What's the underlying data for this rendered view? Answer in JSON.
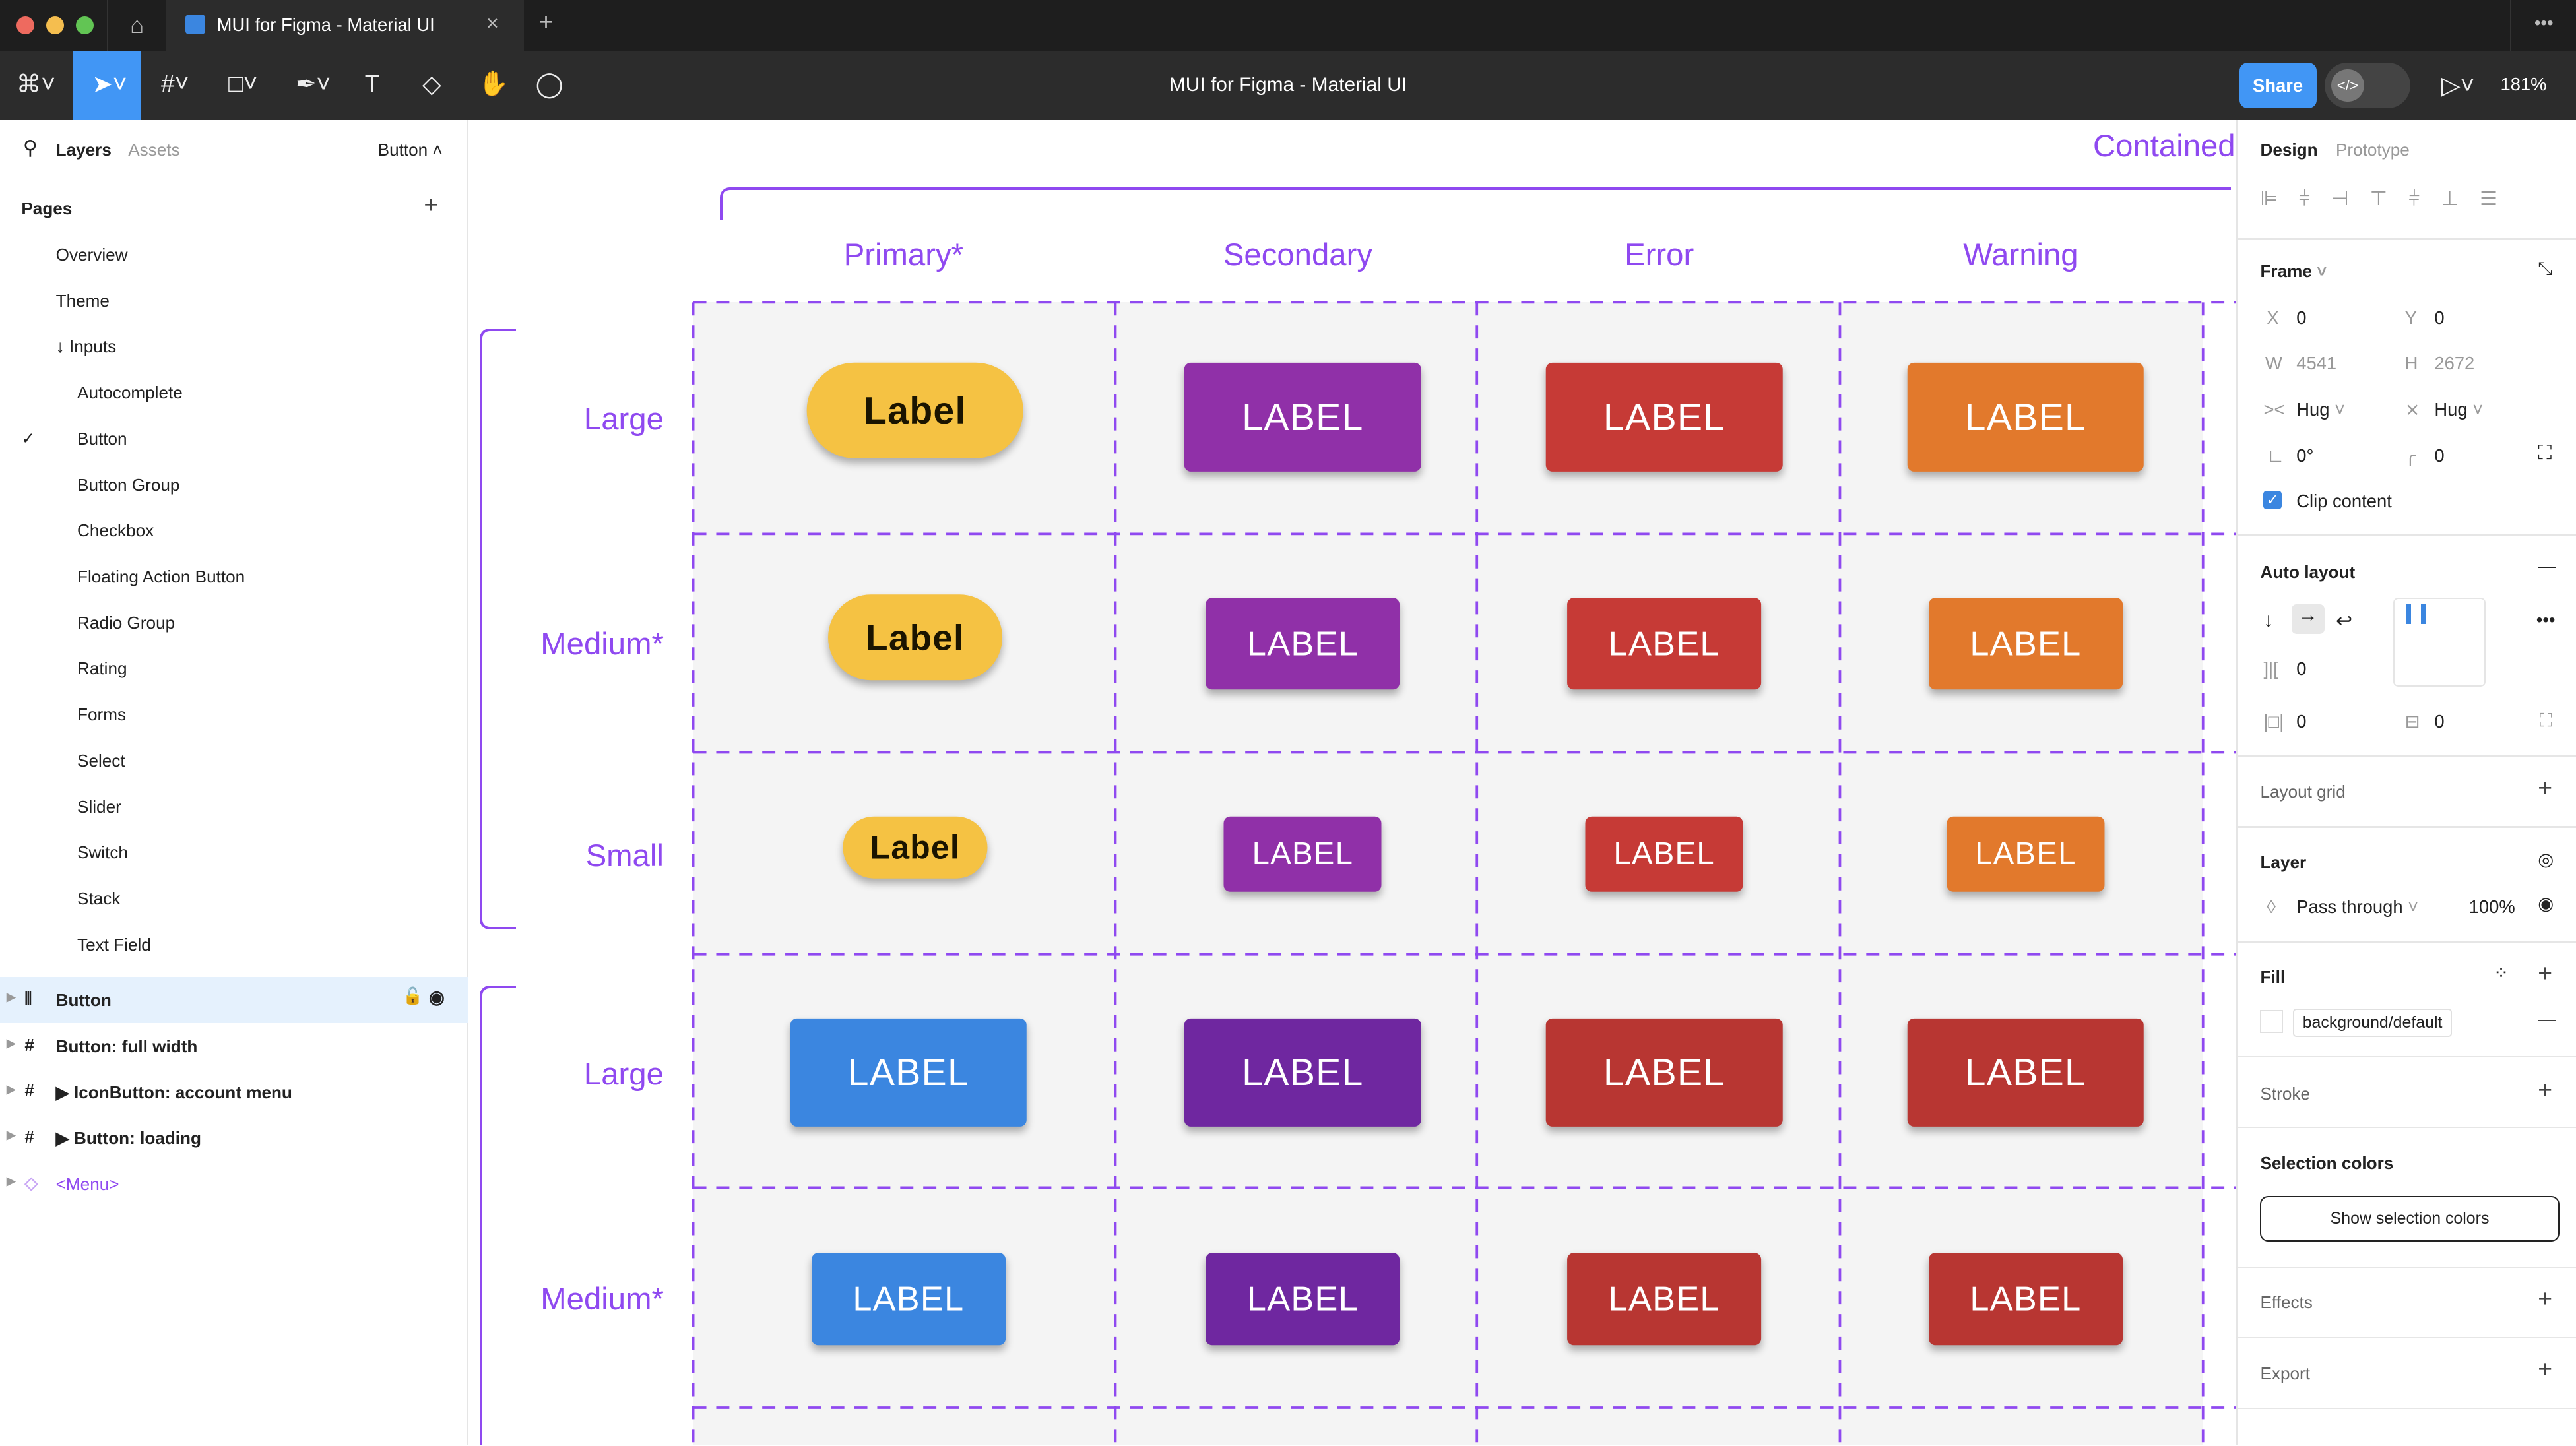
{
  "window": {
    "tab_title": "MUI for Figma - Material UI",
    "doc_title": "MUI for Figma - Material UI",
    "share": "Share",
    "zoom": "181%"
  },
  "left": {
    "tabs": [
      "Layers",
      "Assets"
    ],
    "page_selector": "Button",
    "pages_heading": "Pages",
    "pages": [
      "Overview",
      "Theme",
      "↓ Inputs",
      "Autocomplete",
      "Button",
      "Button Group",
      "Checkbox",
      "Floating Action Button",
      "Radio Group",
      "Rating",
      "Forms",
      "Select",
      "Slider",
      "Switch",
      "Stack",
      "Text Field"
    ],
    "current_page": "Button",
    "layers": [
      {
        "name": "Button",
        "icon": "autolayout-icon",
        "selected": true
      },
      {
        "name": "Button: full width",
        "icon": "frame-icon"
      },
      {
        "name": "▶ IconButton: account menu",
        "icon": "frame-icon"
      },
      {
        "name": "▶ Button: loading",
        "icon": "frame-icon"
      },
      {
        "name": "<Menu>",
        "icon": "component-icon"
      }
    ]
  },
  "canvas": {
    "title": "Contained",
    "columns": [
      "Primary*",
      "Secondary",
      "Error",
      "Warning"
    ],
    "rows": [
      {
        "label": "Large",
        "buttons": [
          {
            "text": "Label",
            "color": "#f5c243",
            "pill": true
          },
          {
            "text": "LABEL",
            "color": "#9030a8"
          },
          {
            "text": "LABEL",
            "color": "#c63a36"
          },
          {
            "text": "LABEL",
            "color": "#e2792c"
          }
        ]
      },
      {
        "label": "Medium*",
        "buttons": [
          {
            "text": "Label",
            "color": "#f5c243",
            "pill": true
          },
          {
            "text": "LABEL",
            "color": "#9030a8"
          },
          {
            "text": "LABEL",
            "color": "#c63a36"
          },
          {
            "text": "LABEL",
            "color": "#e2792c"
          }
        ]
      },
      {
        "label": "Small",
        "buttons": [
          {
            "text": "Label",
            "color": "#f5c243",
            "pill": true
          },
          {
            "text": "LABEL",
            "color": "#9030a8"
          },
          {
            "text": "LABEL",
            "color": "#c63a36"
          },
          {
            "text": "LABEL",
            "color": "#e2792c"
          }
        ]
      },
      {
        "label": "Large",
        "buttons": [
          {
            "text": "LABEL",
            "color": "#3b86e0"
          },
          {
            "text": "LABEL",
            "color": "#6f27a0"
          },
          {
            "text": "LABEL",
            "color": "#b83632"
          },
          {
            "text": "LABEL",
            "color": "#b83632"
          }
        ]
      },
      {
        "label": "Medium*",
        "buttons": [
          {
            "text": "LABEL",
            "color": "#3b86e0"
          },
          {
            "text": "LABEL",
            "color": "#6f27a0"
          },
          {
            "text": "LABEL",
            "color": "#b83632"
          },
          {
            "text": "LABEL",
            "color": "#b83632"
          }
        ]
      }
    ],
    "accent": "#8f49f0"
  },
  "right": {
    "tabs": [
      "Design",
      "Prototype"
    ],
    "frame": "Frame",
    "x_label": "X",
    "x": "0",
    "y_label": "Y",
    "y": "0",
    "w_label": "W",
    "w": "4541",
    "h_label": "H",
    "h": "2672",
    "hug_w": "Hug",
    "hug_h": "Hug",
    "rotation": "0°",
    "radius": "0",
    "clip": "Clip content",
    "clip_checked": true,
    "auto_layout": "Auto layout",
    "gap": "0",
    "pad_h": "0",
    "pad_v": "0",
    "layout_grid": "Layout grid",
    "layer": "Layer",
    "blend": "Pass through",
    "opacity": "100%",
    "fill": "Fill",
    "fill_style": "background/default",
    "stroke": "Stroke",
    "selection_colors": "Selection colors",
    "show_selection_colors": "Show selection colors",
    "effects": "Effects",
    "export": "Export"
  }
}
